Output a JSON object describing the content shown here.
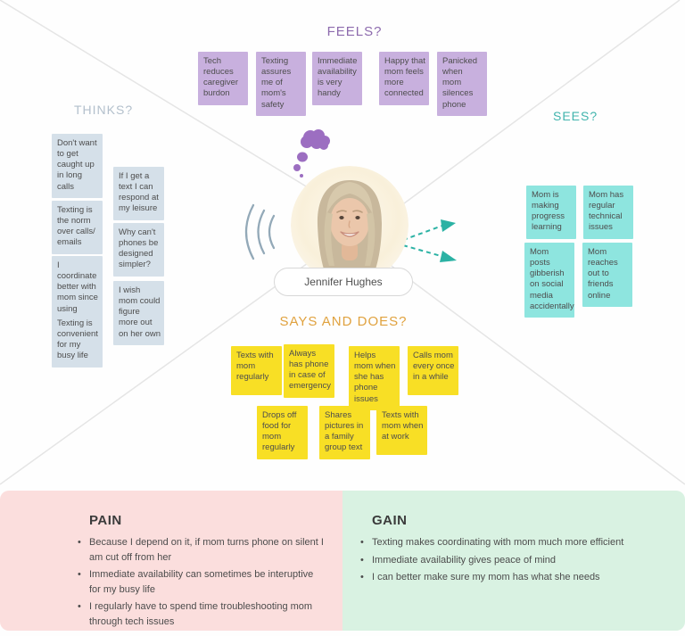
{
  "persona": {
    "name": "Jennifer Hughes"
  },
  "quadrants": {
    "thinks": {
      "title": "THINKS?",
      "title_color": "#b3c0cc",
      "note_color": "#d5e0e9",
      "notes": [
        "Don't want to get caught up in long calls",
        "Texting is the norm over calls/ emails",
        "I coordinate better with mom since using phone",
        "Texting is convenient for my busy life",
        "If I get a text I can respond at my leisure",
        "Why can't phones be designed simpler?",
        "I wish mom could figure more out on her own"
      ]
    },
    "feels": {
      "title": "FEELS?",
      "title_color": "#8d6bae",
      "note_color": "#c8b0de",
      "notes": [
        "Tech reduces caregiver burdon",
        "Texting assures me of mom's safety",
        "Immediate availability is very handy",
        "Happy that mom feels more connected",
        "Panicked when mom silences phone"
      ]
    },
    "sees": {
      "title": "SEES?",
      "title_color": "#41b4ad",
      "note_color": "#8ee5df",
      "notes": [
        "Mom is making progress learning",
        "Mom has regular technical issues",
        "Mom posts gibberish on social media accidentally",
        "Mom reaches out to friends online"
      ]
    },
    "says_and_does": {
      "title": "SAYS AND DOES?",
      "title_color": "#e0a23f",
      "note_color": "#f8df25",
      "notes_row1": [
        "Texts with mom regularly",
        "Always has phone in case of emergency",
        "Helps mom when she has phone issues",
        "Calls mom every once in a while"
      ],
      "notes_row2": [
        "Drops off food for mom regularly",
        "Shares pictures in a family group text",
        "Texts with mom when at work"
      ]
    }
  },
  "pain": {
    "title": "PAIN",
    "bg_color": "#fbdedd",
    "icon": "sad-face-icon",
    "icon_color": "#e9b3b3",
    "items": [
      "Because I depend on it, if mom turns phone on silent I am cut off from her",
      "Immediate availability can sometimes be interuptive for my busy life",
      "I regularly have to spend time troubleshooting mom through tech issues"
    ]
  },
  "gain": {
    "title": "GAIN",
    "bg_color": "#d9f2e2",
    "icon": "smiley-face-icon",
    "icon_color": "#b7e0c6",
    "items": [
      "Texting makes coordinating with mom much more efficient",
      "Immediate availability gives peace of mind",
      "I can better make sure my mom has what she needs"
    ]
  }
}
